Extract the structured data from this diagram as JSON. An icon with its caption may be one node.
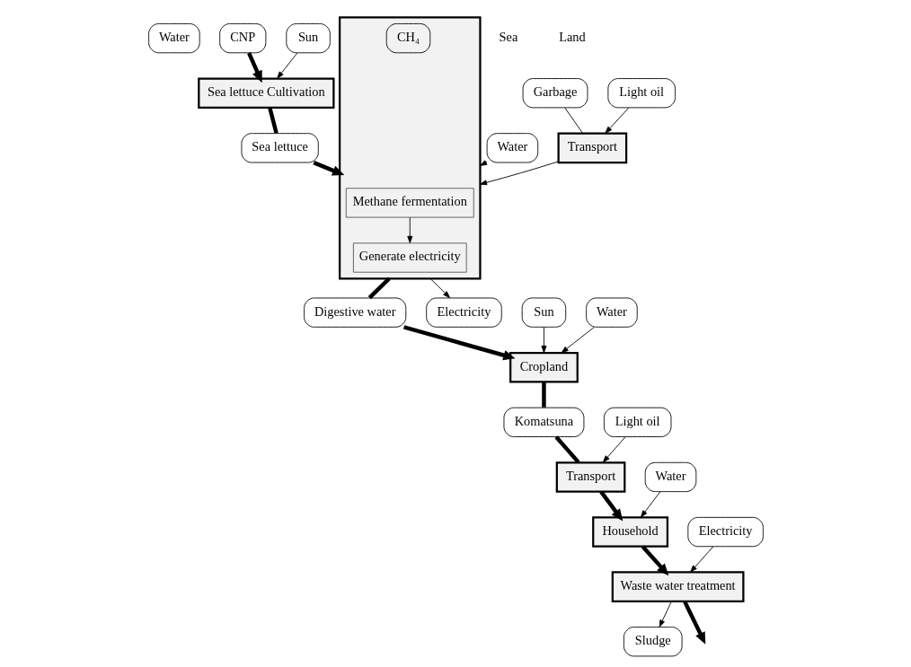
{
  "diagram": {
    "nodes": [
      {
        "text": [
          "Water"
        ]
      },
      {
        "text": [
          "CNP"
        ]
      },
      {
        "text": [
          "Sun"
        ]
      },
      {
        "text": [
          "Sea lettuce Cultivation"
        ]
      },
      {
        "text": [
          "Waste water treatment"
        ]
      },
      {
        "text": [
          "Electricity"
        ]
      },
      {
        "text": [
          "Sludge"
        ]
      },
      {
        "text": [
          "Household"
        ]
      },
      {
        "text": [
          "Water"
        ]
      },
      {
        "text": [
          "Transport"
        ]
      },
      {
        "text": [
          "Light oil"
        ]
      },
      {
        "text": [
          "Sea lettuce"
        ]
      },
      {
        "text": [
          "Water"
        ]
      },
      {
        "text": [],
        "shape": "box"
      },
      {
        "text": [
          "Methane fermentation"
        ],
        "in": 13
      },
      {
        "text": [
          "CH₄"
        ],
        "in": 13
      },
      {
        "text": [
          "Generate electricity"
        ],
        "in": 13
      },
      {
        "text": [
          "Garbage"
        ]
      },
      {
        "text": [
          "Transport"
        ]
      },
      {
        "text": [
          "Light oil"
        ]
      },
      {
        "text": [
          "Komatsuna"
        ]
      },
      {
        "text": [
          "Digestive water"
        ]
      },
      {
        "text": [
          "Cropland"
        ]
      },
      {
        "text": [
          "Electricity"
        ]
      },
      {
        "text": [
          "Sun"
        ]
      },
      {
        "text": [
          "Water"
        ]
      }
    ],
    "edges": [
      {
        "from": 1,
        "to": 3,
        "arrow": "to",
        "style": "thick"
      },
      {
        "from": 2,
        "to": 3,
        "arrow": "to"
      },
      {
        "from": 4,
        "to": null,
        "arrow": "to",
        "style": "thick"
      },
      {
        "from": 5,
        "to": 4,
        "arrow": "to"
      },
      {
        "from": 4,
        "to": 6,
        "arrow": "to"
      },
      {
        "from": 7,
        "to": 4,
        "arrow": "to",
        "style": "thick"
      },
      {
        "from": 8,
        "to": 7,
        "arrow": "to"
      },
      {
        "from": 9,
        "to": 7,
        "arrow": "to",
        "style": "thick"
      },
      {
        "from": 10,
        "to": 9,
        "arrow": "to"
      },
      {
        "from": 3,
        "to": 11,
        "arrow": "none",
        "style": "thick"
      },
      {
        "from": 11,
        "to": 13,
        "arrow": "to",
        "style": "thick"
      },
      {
        "from": 12,
        "to": 13,
        "arrow": "to"
      },
      {
        "from": 17,
        "to": 18,
        "arrow": "none"
      },
      {
        "from": 18,
        "to": 13,
        "arrow": "to"
      },
      {
        "from": 19,
        "to": 18,
        "arrow": "to"
      },
      {
        "from": 14,
        "to": 16,
        "arrow": "to"
      },
      {
        "from": 13,
        "to": 21,
        "arrow": "none",
        "style": "thick"
      },
      {
        "from": 21,
        "to": 22,
        "arrow": "to",
        "style": "thick"
      },
      {
        "from": 13,
        "to": 23,
        "arrow": "to"
      },
      {
        "from": 22,
        "to": 20,
        "arrow": "none",
        "style": "thick"
      },
      {
        "from": 20,
        "to": 9,
        "arrow": "none",
        "style": "thick"
      },
      {
        "from": 24,
        "to": 22,
        "arrow": "to"
      },
      {
        "from": 25,
        "to": 22,
        "arrow": "to"
      }
    ],
    "labels": [
      "Sea",
      "Land"
    ]
  }
}
